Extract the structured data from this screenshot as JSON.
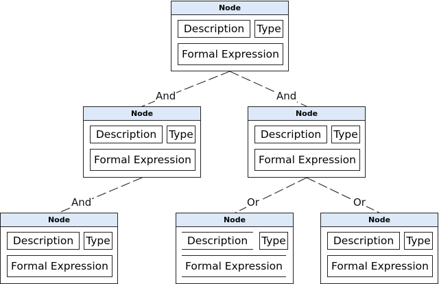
{
  "nodes": [
    {
      "title": "Node",
      "description": "Description",
      "type": "Type",
      "expression": "Formal Expression"
    },
    {
      "title": "Node",
      "description": "Description",
      "type": "Type",
      "expression": "Formal Expression"
    },
    {
      "title": "Node",
      "description": "Description",
      "type": "Type",
      "expression": "Formal Expression"
    },
    {
      "title": "Node",
      "description": "Description",
      "type": "Type",
      "expression": "Formal Expression"
    },
    {
      "title": "Node",
      "description": "Description",
      "type": "Type",
      "expression": "Formal Expression"
    },
    {
      "title": "Node",
      "description": "Description",
      "type": "Type",
      "expression": "Formal Expression"
    }
  ],
  "edges": [
    {
      "label": "And"
    },
    {
      "label": "And"
    },
    {
      "label": "And"
    },
    {
      "label": "Or"
    },
    {
      "label": "Or"
    }
  ],
  "colors": {
    "header_fill": "#dde9f8",
    "border": "#222222",
    "edge_line": "#333333"
  }
}
